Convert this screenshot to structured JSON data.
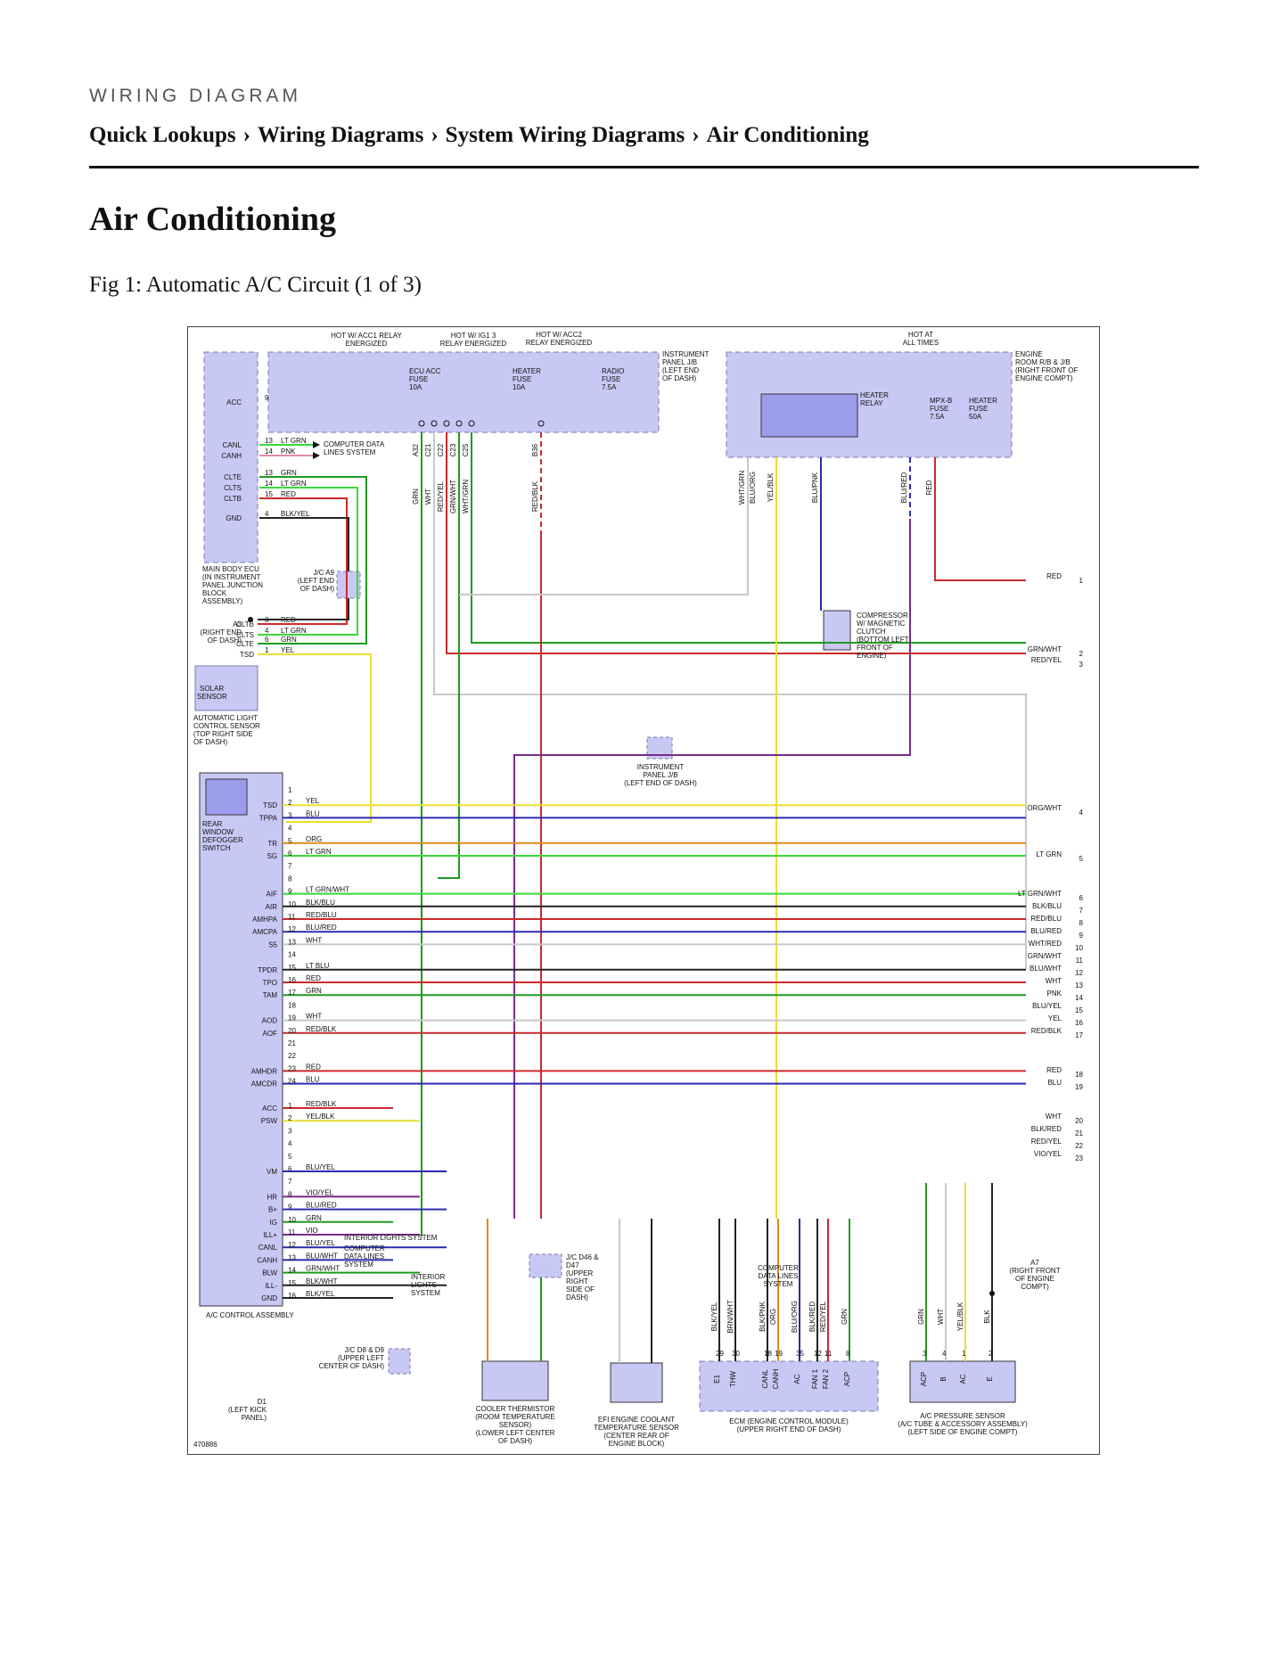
{
  "header": {
    "kicker": "WIRING DIAGRAM",
    "breadcrumbs": [
      "Quick Lookups",
      "Wiring Diagrams",
      "System Wiring Diagrams",
      "Air Conditioning"
    ],
    "separator": "›"
  },
  "page_title": "Air Conditioning",
  "figure": {
    "caption": "Fig 1: Automatic A/C Circuit (1 of 3)",
    "figure_id": "470886",
    "labels": {
      "hot_acc1": "HOT W/ ACC1 RELAY",
      "hot_acc1_2": "ENERGIZED",
      "hot_ig1": "HOT W/ IG1 3",
      "hot_ig1_2": "RELAY ENERGIZED",
      "hot_acc2": "HOT W/ ACC2",
      "hot_acc2_2": "RELAY ENERGIZED",
      "hot_at": "HOT AT",
      "hot_at_2": "ALL TIMES",
      "ip_jb": "INSTRUMENT",
      "ip_jb_2": "PANEL J/B",
      "ip_jb_3": "(LEFT END",
      "ip_jb_4": "OF DASH)",
      "er_jb": "ENGINE",
      "er_jb_2": "ROOM R/B & J/B",
      "er_jb_3": "(RIGHT FRONT OF",
      "er_jb_4": "ENGINE COMPT)",
      "ecu_acc_fuse": "ECU ACC",
      "heater_fuse": "HEATER",
      "radio_fuse": "RADIO",
      "fuse_word": "FUSE",
      "amp_10a": "10A",
      "amp_75a": "7.5A",
      "amp_50a": "50A",
      "heater_relay": "HEATER",
      "relay_word": "RELAY",
      "mpxb_fuse": "MPX-B",
      "main_body_ecu": "MAIN BODY ECU",
      "main_body_ecu_2": "(IN INSTRUMENT",
      "main_body_ecu_3": "PANEL JUNCTION",
      "main_body_ecu_4": "BLOCK",
      "main_body_ecu_5": "ASSEMBLY)",
      "computer_data_lines": "COMPUTER DATA",
      "computer_data_lines_2": "LINES SYSTEM",
      "jc_a9": "J/C A9",
      "jc_a9_2": "(LEFT END",
      "jc_a9_3": "OF DASH)",
      "a3_ground": "A3",
      "a3_ground_2": "(RIGHT END",
      "a3_ground_3": "OF DASH)",
      "solar_sensor": "SOLAR",
      "solar_sensor_2": "SENSOR",
      "auto_light_sensor": "AUTOMATIC LIGHT",
      "auto_light_sensor_2": "CONTROL SENSOR",
      "auto_light_sensor_3": "(TOP RIGHT SIDE",
      "auto_light_sensor_4": "OF DASH)",
      "compressor": "COMPRESSOR",
      "compressor_2": "W/ MAGNETIC",
      "compressor_3": "CLUTCH",
      "compressor_4": "(BOTTOM LEFT",
      "compressor_5": "FRONT OF",
      "compressor_6": "ENGINE)",
      "ip_jb_b": "INSTRUMENT",
      "ip_jb_b_2": "PANEL J/B",
      "ip_jb_b_3": "(LEFT END OF DASH)",
      "rear_defogger": "REAR",
      "rear_defogger_2": "WINDOW",
      "rear_defogger_3": "DEFOGGER",
      "rear_defogger_4": "SWITCH",
      "ac_control_assembly": "A/C CONTROL ASSEMBLY",
      "interior_lights": "INTERIOR LIGHTS SYSTEM",
      "computer_data_lines_b": "COMPUTER",
      "computer_data_lines_b_2": "DATA LINES",
      "computer_data_lines_b_3": "SYSTEM",
      "interior_lights_b": "INTERIOR",
      "interior_lights_b_2": "LIGHTS",
      "interior_lights_b_3": "SYSTEM",
      "jc_d46": "J/C D46 &",
      "jc_d46_2": "D47",
      "jc_d46_3": "(UPPER",
      "jc_d46_4": "RIGHT",
      "jc_d46_5": "SIDE OF",
      "jc_d46_6": "DASH)",
      "jc_d8": "J/C D8 & D9",
      "jc_d8_2": "(UPPER LEFT",
      "jc_d8_3": "CENTER OF DASH)",
      "d1_ground": "D1",
      "d1_ground_2": "(LEFT KICK",
      "d1_ground_3": "PANEL)",
      "cooler_thermistor": "COOLER THERMISTOR",
      "cooler_thermistor_2": "(ROOM TEMPERATURE",
      "cooler_thermistor_3": "SENSOR)",
      "cooler_thermistor_4": "(LOWER LEFT CENTER",
      "cooler_thermistor_5": "OF DASH)",
      "efi_sensor": "EFI ENGINE COOLANT",
      "efi_sensor_2": "TEMPERATURE SENSOR",
      "efi_sensor_3": "(CENTER REAR OF",
      "efi_sensor_4": "ENGINE BLOCK)",
      "ecm": "ECM (ENGINE CONTROL MODULE)",
      "ecm_2": "(UPPER RIGHT END OF DASH)",
      "ecm_data": "COMPUTER",
      "ecm_data_2": "DATA LINES",
      "ecm_data_3": "SYSTEM",
      "ac_pressure": "A/C PRESSURE SENSOR",
      "ac_pressure_2": "(A/C TUBE & ACCESSORY ASSEMBLY)",
      "ac_pressure_3": "(LEFT SIDE OF ENGINE COMPT)",
      "a7_ground": "A7",
      "a7_ground_2": "(RIGHT FRONT",
      "a7_ground_3": "OF ENGINE",
      "a7_ground_4": "COMPT)"
    },
    "upper_connectors": [
      "A32",
      "C21",
      "C22",
      "C23",
      "C25",
      "B36"
    ],
    "upper_wire_colors": [
      "GRN",
      "WHT",
      "RED/YEL",
      "GRN/WHT",
      "WHT/GRN",
      "RED/BLK"
    ],
    "engine_wire_colors": [
      "WHT/GRN",
      "BLU/ORG",
      "YEL/BLK",
      "BLU/PNK",
      "BLU/RED",
      "RED"
    ],
    "ecu_pins": [
      {
        "pin": "ACC",
        "num": "9"
      },
      {
        "pin": "CANL",
        "num": "13",
        "color": "LT GRN"
      },
      {
        "pin": "CANH",
        "num": "14",
        "color": "PNK"
      },
      {
        "pin": "CLTE",
        "num": "13",
        "color": "GRN"
      },
      {
        "pin": "CLTS",
        "num": "14",
        "color": "LT GRN"
      },
      {
        "pin": "CLTB",
        "num": "15",
        "color": "RED"
      },
      {
        "pin": "GND",
        "num": "4",
        "color": "BLK/YEL"
      }
    ],
    "solar_pins": [
      {
        "pin": "CLTB",
        "num": "3",
        "color": "RED"
      },
      {
        "pin": "CLTS",
        "num": "4",
        "color": "LT GRN"
      },
      {
        "pin": "CLTE",
        "num": "6",
        "color": "GRN"
      },
      {
        "pin": "TSD",
        "num": "1",
        "color": "YEL"
      }
    ],
    "ac_pins_top": [
      {
        "num": "1",
        "pin": "",
        "color": ""
      },
      {
        "num": "2",
        "pin": "TSD",
        "color": "YEL"
      },
      {
        "num": "3",
        "pin": "TPPA",
        "color": "BLU"
      },
      {
        "num": "4",
        "pin": "",
        "color": ""
      },
      {
        "num": "5",
        "pin": "TR",
        "color": "ORG"
      },
      {
        "num": "6",
        "pin": "SG",
        "color": "LT GRN"
      },
      {
        "num": "7",
        "pin": "",
        "color": ""
      },
      {
        "num": "8",
        "pin": "",
        "color": ""
      },
      {
        "num": "9",
        "pin": "AIF",
        "color": "LT GRN/WHT"
      },
      {
        "num": "10",
        "pin": "AIR",
        "color": "BLK/BLU"
      },
      {
        "num": "11",
        "pin": "AMHPA",
        "color": "RED/BLU"
      },
      {
        "num": "12",
        "pin": "AMCPA",
        "color": "BLU/RED"
      },
      {
        "num": "13",
        "pin": "S5",
        "color": "WHT"
      },
      {
        "num": "14",
        "pin": "",
        "color": ""
      },
      {
        "num": "15",
        "pin": "TPDR",
        "color": "LT BLU"
      },
      {
        "num": "16",
        "pin": "TPO",
        "color": "RED"
      },
      {
        "num": "17",
        "pin": "TAM",
        "color": "GRN"
      },
      {
        "num": "18",
        "pin": "",
        "color": ""
      },
      {
        "num": "19",
        "pin": "AOD",
        "color": "WHT"
      },
      {
        "num": "20",
        "pin": "AOF",
        "color": "RED/BLK"
      },
      {
        "num": "21",
        "pin": "",
        "color": ""
      },
      {
        "num": "22",
        "pin": "",
        "color": ""
      },
      {
        "num": "23",
        "pin": "AMHDR",
        "color": "RED"
      },
      {
        "num": "24",
        "pin": "AMCDR",
        "color": "BLU"
      }
    ],
    "ac_pins_bottom": [
      {
        "num": "1",
        "pin": "ACC",
        "color": "RED/BLK"
      },
      {
        "num": "2",
        "pin": "PSW",
        "color": "YEL/BLK"
      },
      {
        "num": "3",
        "pin": "",
        "color": ""
      },
      {
        "num": "4",
        "pin": "",
        "color": ""
      },
      {
        "num": "5",
        "pin": "",
        "color": ""
      },
      {
        "num": "6",
        "pin": "VM",
        "color": "BLU/YEL"
      },
      {
        "num": "7",
        "pin": "",
        "color": ""
      },
      {
        "num": "8",
        "pin": "HR",
        "color": "VIO/YEL"
      },
      {
        "num": "9",
        "pin": "B+",
        "color": "BLU/RED"
      },
      {
        "num": "10",
        "pin": "IG",
        "color": "GRN"
      },
      {
        "num": "11",
        "pin": "ILL+",
        "color": "VIO"
      },
      {
        "num": "12",
        "pin": "CANL",
        "color": "BLU/YEL"
      },
      {
        "num": "13",
        "pin": "CANH",
        "color": "BLU/WHT"
      },
      {
        "num": "14",
        "pin": "BLW",
        "color": "GRN/WHT"
      },
      {
        "num": "15",
        "pin": "ILL-",
        "color": "BLK/WHT"
      },
      {
        "num": "16",
        "pin": "GND",
        "color": "BLK/YEL"
      }
    ],
    "right_edge": [
      {
        "ref": "1",
        "color": "RED"
      },
      {
        "ref": "2",
        "color": "GRN/WHT"
      },
      {
        "ref": "3",
        "color": "RED/YEL"
      },
      {
        "ref": "4",
        "color": "ORG/WHT"
      },
      {
        "ref": "5",
        "color": "LT GRN"
      },
      {
        "ref": "6",
        "color": "LT GRN/WHT"
      },
      {
        "ref": "7",
        "color": "BLK/BLU"
      },
      {
        "ref": "8",
        "color": "RED/BLU"
      },
      {
        "ref": "9",
        "color": "BLU/RED"
      },
      {
        "ref": "10",
        "color": "WHT/RED"
      },
      {
        "ref": "11",
        "color": "GRN/WHT"
      },
      {
        "ref": "12",
        "color": "BLU/WHT"
      },
      {
        "ref": "13",
        "color": "WHT"
      },
      {
        "ref": "14",
        "color": "PNK"
      },
      {
        "ref": "15",
        "color": "BLU/YEL"
      },
      {
        "ref": "16",
        "color": "YEL"
      },
      {
        "ref": "17",
        "color": "RED/BLK"
      },
      {
        "ref": "18",
        "color": "RED"
      },
      {
        "ref": "19",
        "color": "BLU"
      },
      {
        "ref": "20",
        "color": "WHT"
      },
      {
        "ref": "21",
        "color": "BLK/RED"
      },
      {
        "ref": "22",
        "color": "RED/YEL"
      },
      {
        "ref": "23",
        "color": "VIO/YEL"
      }
    ],
    "ecm_pins": [
      "E1",
      "THW",
      "CANL",
      "CANH",
      "AC",
      "FAN 1",
      "FAN 2",
      "ACP"
    ],
    "ecm_pin_numbers": [
      "29",
      "30",
      "18",
      "19",
      "35",
      "12",
      "11",
      "8"
    ],
    "ecm_wire_colors": [
      "BLK/YEL",
      "BRN/WHT",
      "BLK/PNK",
      "ORG",
      "BLU/ORG",
      "BLK/RED",
      "RED/YEL",
      "GRN"
    ],
    "pressure_pins": [
      "ACP",
      "B",
      "AC",
      "E"
    ],
    "pressure_pin_numbers": [
      "3",
      "4",
      "1",
      "2"
    ],
    "pressure_wire_colors": [
      "GRN",
      "WHT",
      "YEL/BLK",
      "BLK"
    ],
    "colors": {
      "component_fill": "#c8c8f5",
      "component_stroke": "#7a7ab0",
      "RED": "#cc2a2a",
      "GRN": "#1f9a1f",
      "LT_GRN": "#3ad83a",
      "YEL": "#e8e030",
      "BLU": "#2a2ab0",
      "ORG": "#e08a1a",
      "PNK": "#e28aa8",
      "VIO": "#7a2a8a",
      "WHT": "#c8c8c8",
      "BLK": "#222222"
    }
  }
}
